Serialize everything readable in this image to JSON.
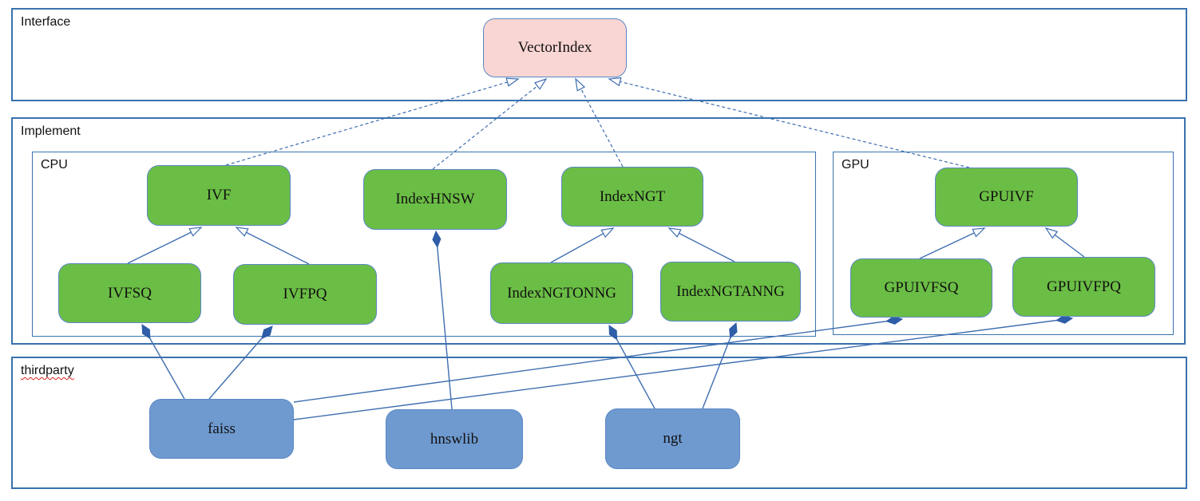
{
  "diagram": {
    "sections": {
      "interface": {
        "label": "Interface"
      },
      "implement": {
        "label": "Implement"
      },
      "cpu": {
        "label": "CPU"
      },
      "gpu": {
        "label": "GPU"
      },
      "thirdparty": {
        "label": "thirdparty"
      }
    },
    "nodes": {
      "vectorindex": {
        "label": "VectorIndex"
      },
      "ivf": {
        "label": "IVF"
      },
      "indexhnsw": {
        "label": "IndexHNSW"
      },
      "indexngt": {
        "label": "IndexNGT"
      },
      "gpuivf": {
        "label": "GPUIVF"
      },
      "ivfsq": {
        "label": "IVFSQ"
      },
      "ivfpq": {
        "label": "IVFPQ"
      },
      "indexngtonng": {
        "label": "IndexNGTONNG"
      },
      "indexngtanng": {
        "label": "IndexNGTANNG"
      },
      "gpuivfsq": {
        "label": "GPUIVFSQ"
      },
      "gpuivfpq": {
        "label": "GPUIVFPQ"
      },
      "faiss": {
        "label": "faiss"
      },
      "hnswlib": {
        "label": "hnswlib"
      },
      "ngt": {
        "label": "ngt"
      }
    },
    "edges": [
      {
        "source": "IVF",
        "target": "VectorIndex",
        "type": "realization"
      },
      {
        "source": "IndexHNSW",
        "target": "VectorIndex",
        "type": "realization"
      },
      {
        "source": "IndexNGT",
        "target": "VectorIndex",
        "type": "realization"
      },
      {
        "source": "GPUIVF",
        "target": "VectorIndex",
        "type": "realization"
      },
      {
        "source": "IVFSQ",
        "target": "IVF",
        "type": "generalization"
      },
      {
        "source": "IVFPQ",
        "target": "IVF",
        "type": "generalization"
      },
      {
        "source": "IndexNGTONNG",
        "target": "IndexNGT",
        "type": "generalization"
      },
      {
        "source": "IndexNGTANNG",
        "target": "IndexNGT",
        "type": "generalization"
      },
      {
        "source": "GPUIVFSQ",
        "target": "GPUIVF",
        "type": "generalization"
      },
      {
        "source": "GPUIVFPQ",
        "target": "GPUIVF",
        "type": "generalization"
      },
      {
        "source": "faiss",
        "target": "IVFSQ",
        "type": "composition"
      },
      {
        "source": "faiss",
        "target": "IVFPQ",
        "type": "composition"
      },
      {
        "source": "faiss",
        "target": "GPUIVFSQ",
        "type": "composition"
      },
      {
        "source": "faiss",
        "target": "GPUIVFPQ",
        "type": "composition"
      },
      {
        "source": "hnswlib",
        "target": "IndexHNSW",
        "type": "composition"
      },
      {
        "source": "ngt",
        "target": "IndexNGTONNG",
        "type": "composition"
      },
      {
        "source": "ngt",
        "target": "IndexNGTANNG",
        "type": "composition"
      }
    ],
    "colors": {
      "green_fill": "#6bbe45",
      "pink_fill": "#f9d6d3",
      "blue_fill": "#6f9ad0",
      "node_border": "#5b87c5",
      "container_border": "#3a72ad",
      "line": "#3f6eb0",
      "diamond": "#2f5da8",
      "squiggle": "#dd1f1f"
    }
  }
}
